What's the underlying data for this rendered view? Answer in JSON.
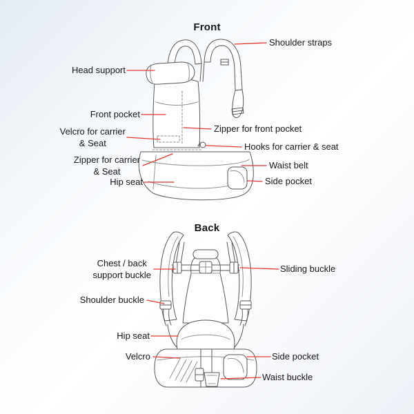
{
  "meta": {
    "accent": "#e0392f",
    "ink": "#161616"
  },
  "front": {
    "title": "Front",
    "labels": {
      "shoulder_straps": "Shoulder straps",
      "head_support": "Head support",
      "front_pocket": "Front pocket",
      "velcro_carrier_seat": "Velcro for carrier\n& Seat",
      "zipper_front_pocket": "Zipper for front pocket",
      "hooks_carrier_seat": "Hooks for carrier & seat",
      "zipper_carrier_seat": "Zipper for carrier\n& Seat",
      "waist_belt": "Waist belt",
      "hip_seat": "Hip seat",
      "side_pocket": "Side pocket"
    }
  },
  "back": {
    "title": "Back",
    "labels": {
      "chest_back_support_buckle": "Chest / back\nsupport buckle",
      "sliding_buckle": "Sliding buckle",
      "shoulder_buckle": "Shoulder buckle",
      "hip_seat": "Hip seat",
      "velcro": "Velcro",
      "side_pocket": "Side pocket",
      "waist_buckle": "Waist buckle"
    }
  }
}
